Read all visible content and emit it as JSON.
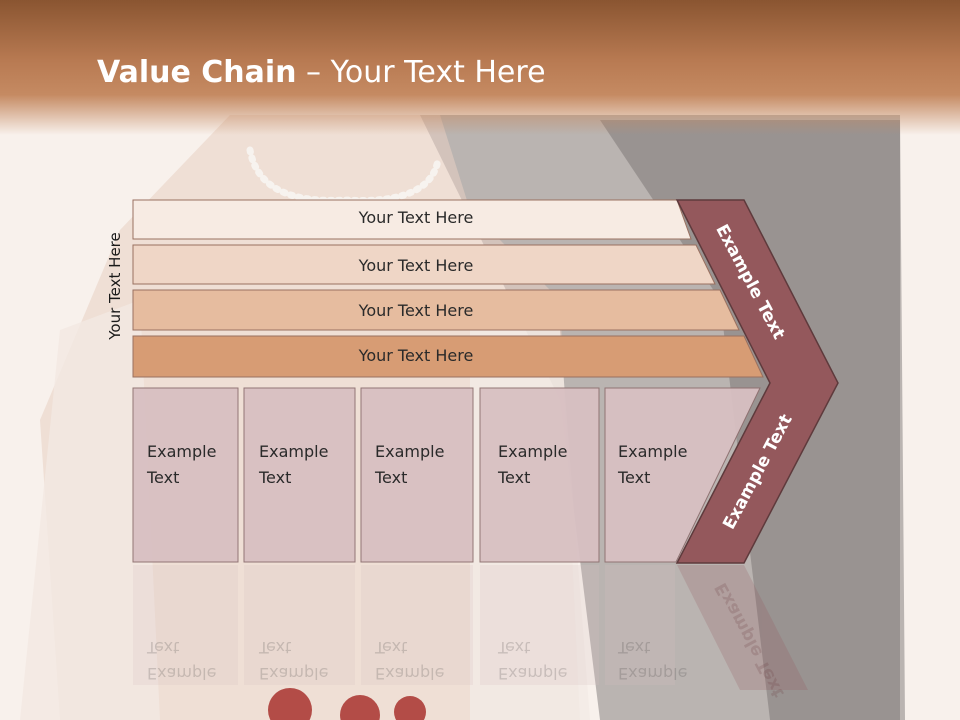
{
  "slide": {
    "title_bold": "Value Chain",
    "title_rest": " – Your Text Here",
    "side_label": "Your Text Here"
  },
  "bars": [
    {
      "label": "Your Text Here",
      "color": "#f7ebe3"
    },
    {
      "label": "Your Text Here",
      "color": "#efd6c6"
    },
    {
      "label": "Your Text Here",
      "color": "#e6bc9f"
    },
    {
      "label": "Your Text Here",
      "color": "#d79c74"
    }
  ],
  "boxes": [
    {
      "line1": "Example",
      "line2": "Text"
    },
    {
      "line1": "Example",
      "line2": "Text"
    },
    {
      "line1": "Example",
      "line2": "Text"
    },
    {
      "line1": "Example",
      "line2": "Text"
    },
    {
      "line1": "Example",
      "line2": "Text"
    }
  ],
  "arrow": {
    "upper_label": "Example Text",
    "lower_label": "Example Text",
    "color": "#94585c"
  },
  "colors": {
    "box_fill": "#d8c0c2",
    "header_brown": "#8a5531"
  }
}
